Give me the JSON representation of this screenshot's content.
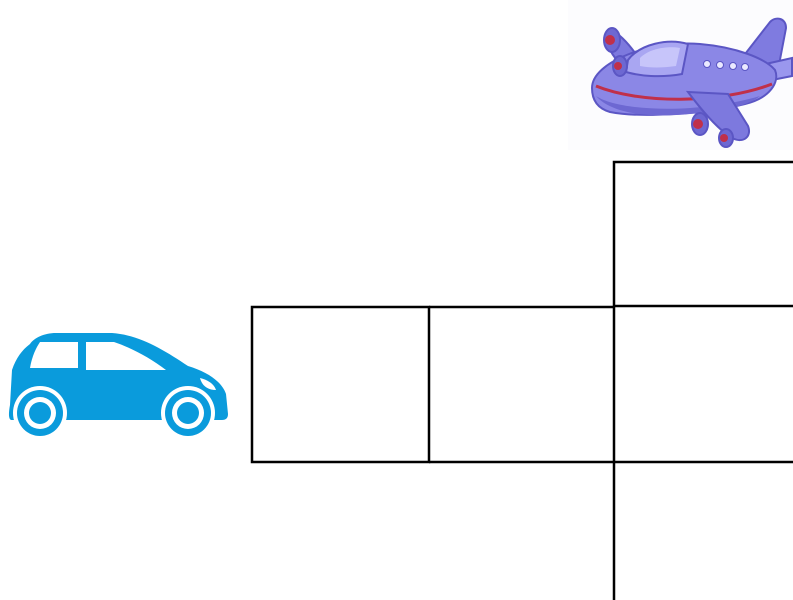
{
  "illustrations": {
    "vehicle_left": {
      "icon": "car-icon",
      "color": "#0a9bdc"
    },
    "vehicle_top": {
      "icon": "airplane-icon",
      "colors": {
        "body": "#8b87e6",
        "stripe": "#c0304a"
      }
    }
  },
  "grid": {
    "line_color": "#000000",
    "cells": [
      {
        "id": "top-right"
      },
      {
        "id": "middle-1"
      },
      {
        "id": "middle-2"
      },
      {
        "id": "middle-3"
      },
      {
        "id": "bottom-right"
      }
    ]
  }
}
